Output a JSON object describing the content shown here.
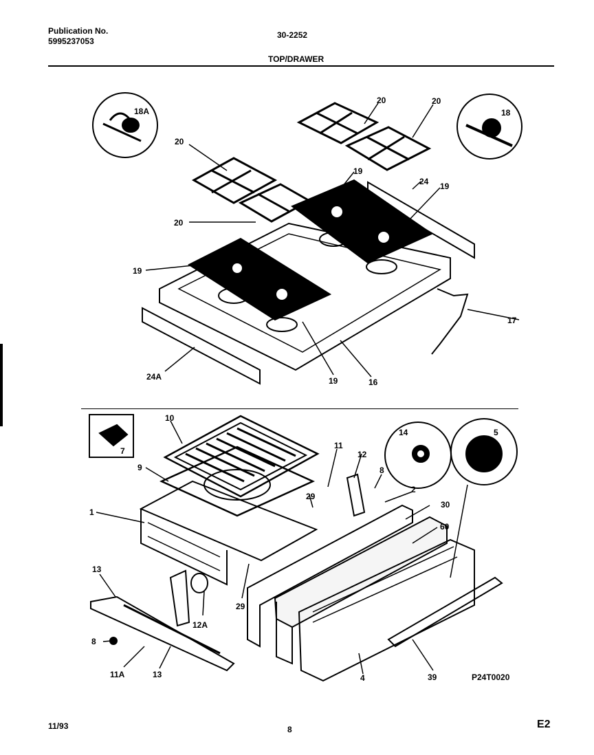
{
  "header": {
    "publication_label": "Publication No.",
    "publication_number": "5995237053",
    "model": "30-2252",
    "section_title": "TOP/DRAWER"
  },
  "footer": {
    "date": "11/93",
    "page": "8",
    "code": "E2"
  },
  "figure_code": "P24T0020",
  "callouts": {
    "c18A": "18A",
    "c18": "18",
    "c20a": "20",
    "c20b": "20",
    "c20c": "20",
    "c20d": "20",
    "c19a": "19",
    "c19b": "19",
    "c19c": "19",
    "c19d": "19",
    "c24": "24",
    "c24A": "24A",
    "c17": "17",
    "c16": "16",
    "c7": "7",
    "c10": "10",
    "c9": "9",
    "c1": "1",
    "c11": "11",
    "c12": "12",
    "c8a": "8",
    "c8b": "8",
    "c14": "14",
    "c5": "5",
    "c2": "2",
    "c29a": "29",
    "c29b": "29",
    "c30": "30",
    "c60": "60",
    "c13a": "13",
    "c13b": "13",
    "c12A": "12A",
    "c11A": "11A",
    "c4": "4",
    "c39": "39"
  }
}
